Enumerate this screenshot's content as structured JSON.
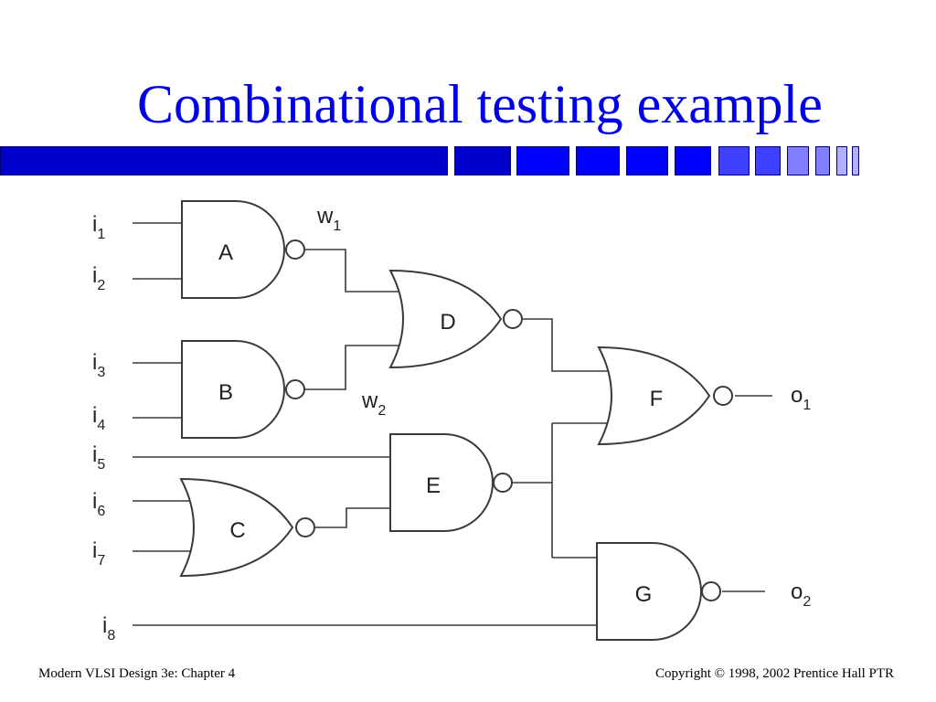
{
  "slide": {
    "title": "Combinational testing example",
    "footer_left": "Modern VLSI Design 3e: Chapter 4",
    "footer_right": "Copyright © 1998, 2002 Prentice Hall PTR"
  },
  "colors": {
    "title": "#0000e6",
    "bar_dark": "#0000cc",
    "bar_bright": "#0000ff",
    "bar_mid": "#4040ff",
    "bar_light": "#8080ff",
    "bar_pale": "#b0b0ff"
  },
  "diagram": {
    "gates": {
      "A": "A",
      "B": "B",
      "C": "C",
      "D": "D",
      "E": "E",
      "F": "F",
      "G": "G"
    },
    "inputs": [
      {
        "base": "i",
        "sub": "1"
      },
      {
        "base": "i",
        "sub": "2"
      },
      {
        "base": "i",
        "sub": "3"
      },
      {
        "base": "i",
        "sub": "4"
      },
      {
        "base": "i",
        "sub": "5"
      },
      {
        "base": "i",
        "sub": "6"
      },
      {
        "base": "i",
        "sub": "7"
      },
      {
        "base": "i",
        "sub": "8"
      }
    ],
    "wires": [
      {
        "base": "w",
        "sub": "1"
      },
      {
        "base": "w",
        "sub": "2"
      }
    ],
    "outputs": [
      {
        "base": "o",
        "sub": "1"
      },
      {
        "base": "o",
        "sub": "2"
      }
    ]
  }
}
